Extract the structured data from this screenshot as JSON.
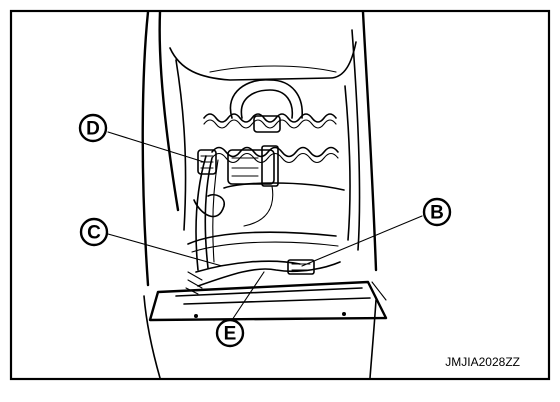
{
  "figure": {
    "code": "JMJIA2028ZZ"
  },
  "callouts": {
    "b": "B",
    "c": "C",
    "d": "D",
    "e": "E"
  }
}
